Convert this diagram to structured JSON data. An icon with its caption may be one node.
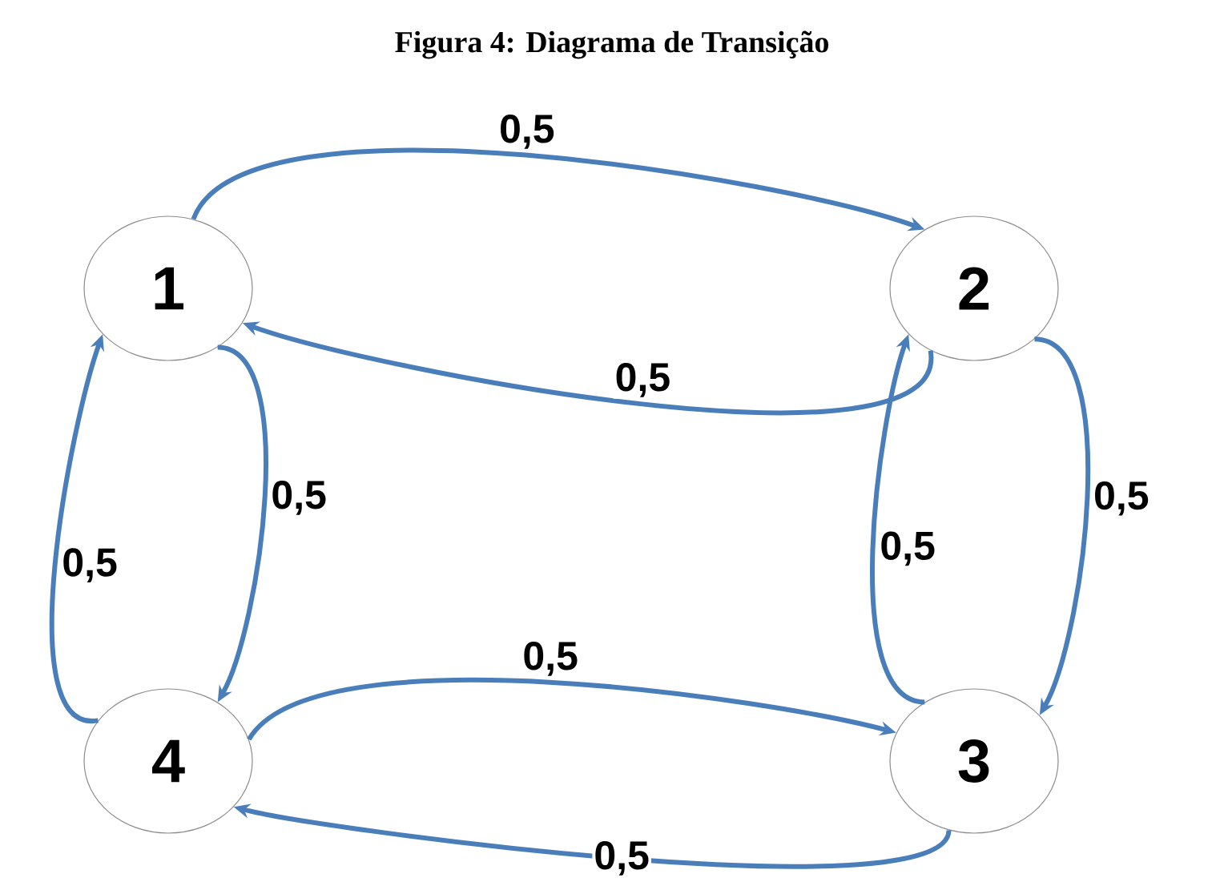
{
  "diagram": {
    "title": "Figura 4: Diagrama de Transição",
    "nodes": [
      {
        "text": [
          "1"
        ]
      },
      {
        "text": [
          "2"
        ]
      },
      {
        "text": [
          "3"
        ]
      },
      {
        "text": [
          "4"
        ]
      }
    ],
    "edges": [
      {
        "from": 0,
        "to": 1,
        "arrow": "to",
        "label": "0,5"
      },
      {
        "from": 1,
        "to": 0,
        "arrow": "to",
        "label": "0,5"
      },
      {
        "from": 0,
        "to": 3,
        "arrow": "to",
        "label": "0,5"
      },
      {
        "from": 3,
        "to": 0,
        "arrow": "to",
        "label": "0,5"
      },
      {
        "from": 1,
        "to": 2,
        "arrow": "to",
        "label": "0,5"
      },
      {
        "from": 2,
        "to": 1,
        "arrow": "to",
        "label": "0,5"
      },
      {
        "from": 3,
        "to": 2,
        "arrow": "to",
        "label": "0,5"
      },
      {
        "from": 2,
        "to": 3,
        "arrow": "to",
        "label": "0,5"
      }
    ]
  }
}
